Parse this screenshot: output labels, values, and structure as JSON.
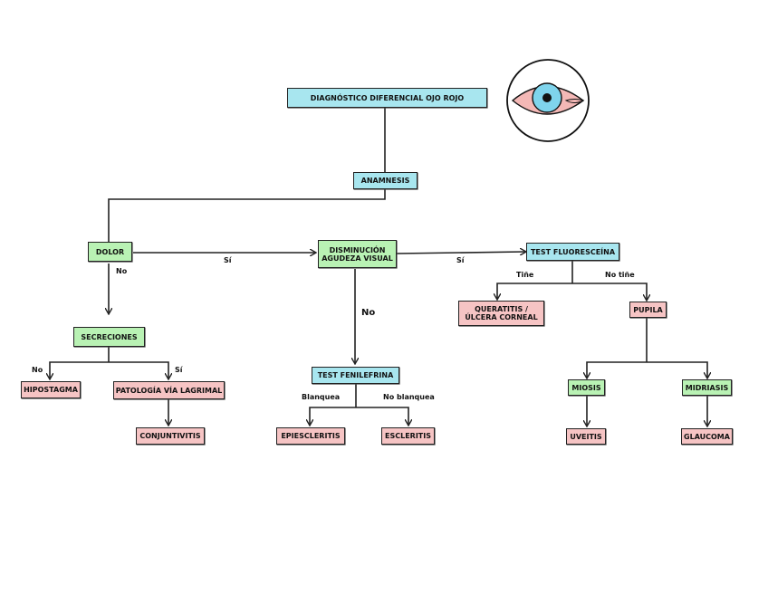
{
  "nodes": {
    "title": "DIAGNÓSTICO DIFERENCIAL OJO ROJO",
    "anamnesis": "ANAMNESIS",
    "dolor": "DOLOR",
    "disminucion": "DISMINUCIÓN AGUDEZA VISUAL",
    "test_fluoresceina": "TEST FLUORESCEÍNA",
    "secreciones": "SECRECIONES",
    "test_fenilefrina": "TEST FENILEFRINA",
    "queratitis": "QUERATITIS / ÚLCERA CORNEAL",
    "pupila": "PUPILA",
    "hipostagma": "HIPOSTAGMA",
    "patologia": "PATOLOGÍA VÍA LAGRIMAL",
    "conjuntivitis": "CONJUNTIVITIS",
    "epiescleritis": "EPIESCLERITIS",
    "escleritis": "ESCLERITIS",
    "miosis": "MIOSIS",
    "midriasis": "MIDRIASIS",
    "uveitis": "UVEITIS",
    "glaucoma": "GLAUCOMA"
  },
  "edge_labels": {
    "dolor_si": "Sí",
    "dolor_no": "No",
    "dism_si": "Sí",
    "dism_no": "No",
    "tine": "Tiñe",
    "no_tine": "No tiñe",
    "secr_no": "No",
    "secr_si": "Sí",
    "blanquea": "Blanquea",
    "no_blanquea": "No blanquea"
  },
  "colors": {
    "blue": "#a8e6ef",
    "green": "#b9f2b4",
    "pink": "#f6c4c4",
    "line": "#222222"
  },
  "icon": "red-eye-icon"
}
